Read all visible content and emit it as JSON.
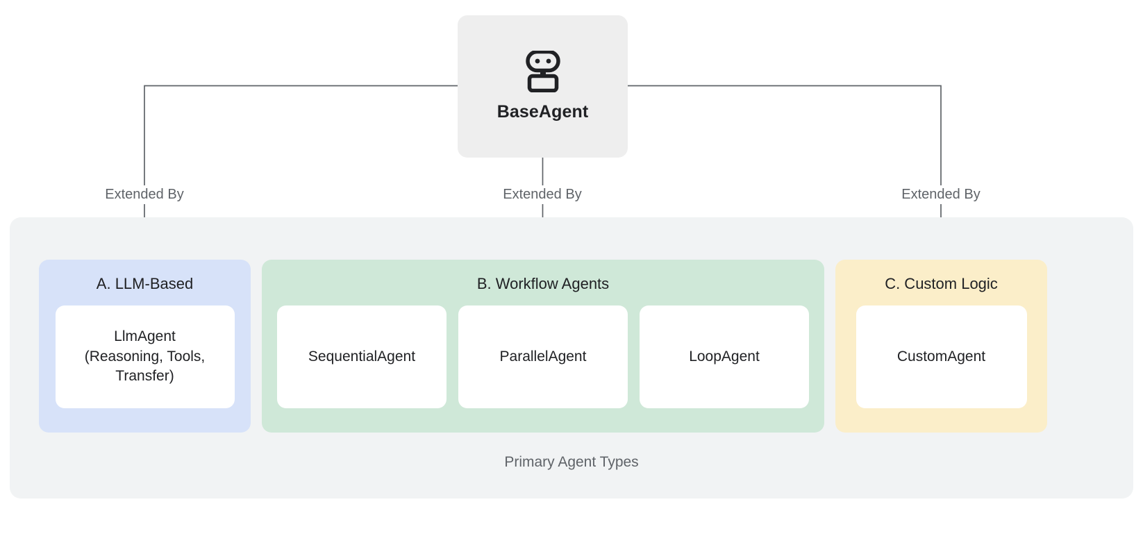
{
  "diagram": {
    "root": {
      "label": "BaseAgent",
      "icon": "robot-icon",
      "background": "#eeeeee"
    },
    "edges": [
      {
        "label": "Extended By",
        "target": "A. LLM-Based"
      },
      {
        "label": "Extended By",
        "target": "B. Workflow Agents"
      },
      {
        "label": "Extended By",
        "target": "C. Custom Logic"
      }
    ],
    "group": {
      "caption": "Primary Agent Types",
      "background": "#f1f3f4"
    },
    "panels": [
      {
        "id": "panel-llm",
        "title": "A. LLM-Based",
        "color": "#d7e2f9",
        "cards": [
          {
            "label": "LlmAgent\n(Reasoning, Tools,\nTransfer)"
          }
        ]
      },
      {
        "id": "panel-workflow",
        "title": "B. Workflow Agents",
        "color": "#cfe8d8",
        "cards": [
          {
            "label": "SequentialAgent"
          },
          {
            "label": "ParallelAgent"
          },
          {
            "label": "LoopAgent"
          }
        ]
      },
      {
        "id": "panel-custom",
        "title": "C. Custom Logic",
        "color": "#fbeec9",
        "cards": [
          {
            "label": "CustomAgent"
          }
        ]
      }
    ],
    "colors": {
      "connector": "#5f6368",
      "text_primary": "#202124",
      "text_muted": "#5f6368",
      "card_background": "#ffffff",
      "page_background": "#ffffff"
    }
  }
}
